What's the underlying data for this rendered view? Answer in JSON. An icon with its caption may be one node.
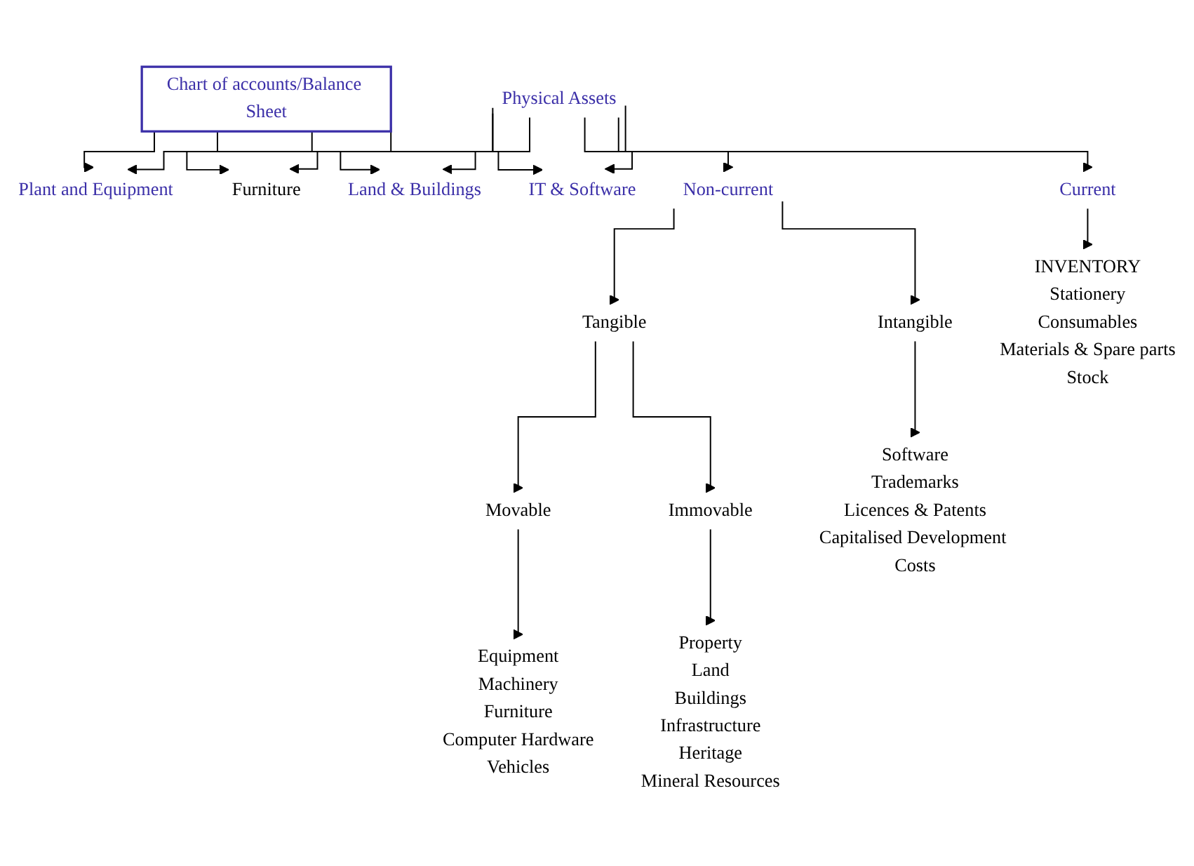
{
  "diagram": {
    "nodes": [
      {
        "text": [
          "Chart of accounts/Balance Sheet"
        ]
      },
      {
        "text": [
          "Plant and Equipment"
        ]
      },
      {
        "text": [
          "Furniture"
        ]
      },
      {
        "text": [
          "Land & Buildings"
        ]
      },
      {
        "text": [
          "IT & Software"
        ]
      },
      {
        "text": [
          "Physical Assets"
        ]
      },
      {
        "text": [
          "Non-current"
        ]
      },
      {
        "text": [
          "Current"
        ]
      },
      {
        "text": [
          "Tangible"
        ]
      },
      {
        "text": [
          "Intangible"
        ]
      },
      {
        "text": [
          "Movable"
        ]
      },
      {
        "text": [
          "Immovable"
        ]
      },
      {
        "text": [
          "Software",
          "Trademarks",
          "Licences & Patents",
          "Capitalised Development Costs"
        ]
      },
      {
        "text": [
          "Equipment",
          "Machinery",
          "Furniture",
          "Computer Hardware",
          "Vehicles"
        ]
      },
      {
        "text": [
          "Property",
          "Land",
          "Buildings",
          "Infrastructure",
          "Heritage",
          "Mineral Resources"
        ]
      },
      {
        "text": [
          "INVENTORY",
          "Stationery",
          "Consumables",
          "Materials & Spare parts",
          "Stock"
        ]
      }
    ],
    "edges": [
      {
        "from": 0,
        "to": 1,
        "arrow": "to"
      },
      {
        "from": 0,
        "to": 2,
        "arrow": "to"
      },
      {
        "from": 0,
        "to": 3,
        "arrow": "to"
      },
      {
        "from": 0,
        "to": 4,
        "arrow": "to"
      },
      {
        "from": 5,
        "to": 1,
        "arrow": "to"
      },
      {
        "from": 5,
        "to": 2,
        "arrow": "to"
      },
      {
        "from": 5,
        "to": 3,
        "arrow": "to"
      },
      {
        "from": 5,
        "to": 4,
        "arrow": "to"
      },
      {
        "from": 5,
        "to": 6,
        "arrow": "to"
      },
      {
        "from": 5,
        "to": 7,
        "arrow": "to"
      },
      {
        "from": 6,
        "to": 8,
        "arrow": "to"
      },
      {
        "from": 6,
        "to": 9,
        "arrow": "to"
      },
      {
        "from": 8,
        "to": 10,
        "arrow": "to"
      },
      {
        "from": 8,
        "to": 11,
        "arrow": "to"
      },
      {
        "from": 9,
        "to": 12,
        "arrow": "to"
      },
      {
        "from": 10,
        "to": 13,
        "arrow": "to"
      },
      {
        "from": 11,
        "to": 14,
        "arrow": "to"
      },
      {
        "from": 7,
        "to": 15,
        "arrow": "to"
      }
    ]
  }
}
